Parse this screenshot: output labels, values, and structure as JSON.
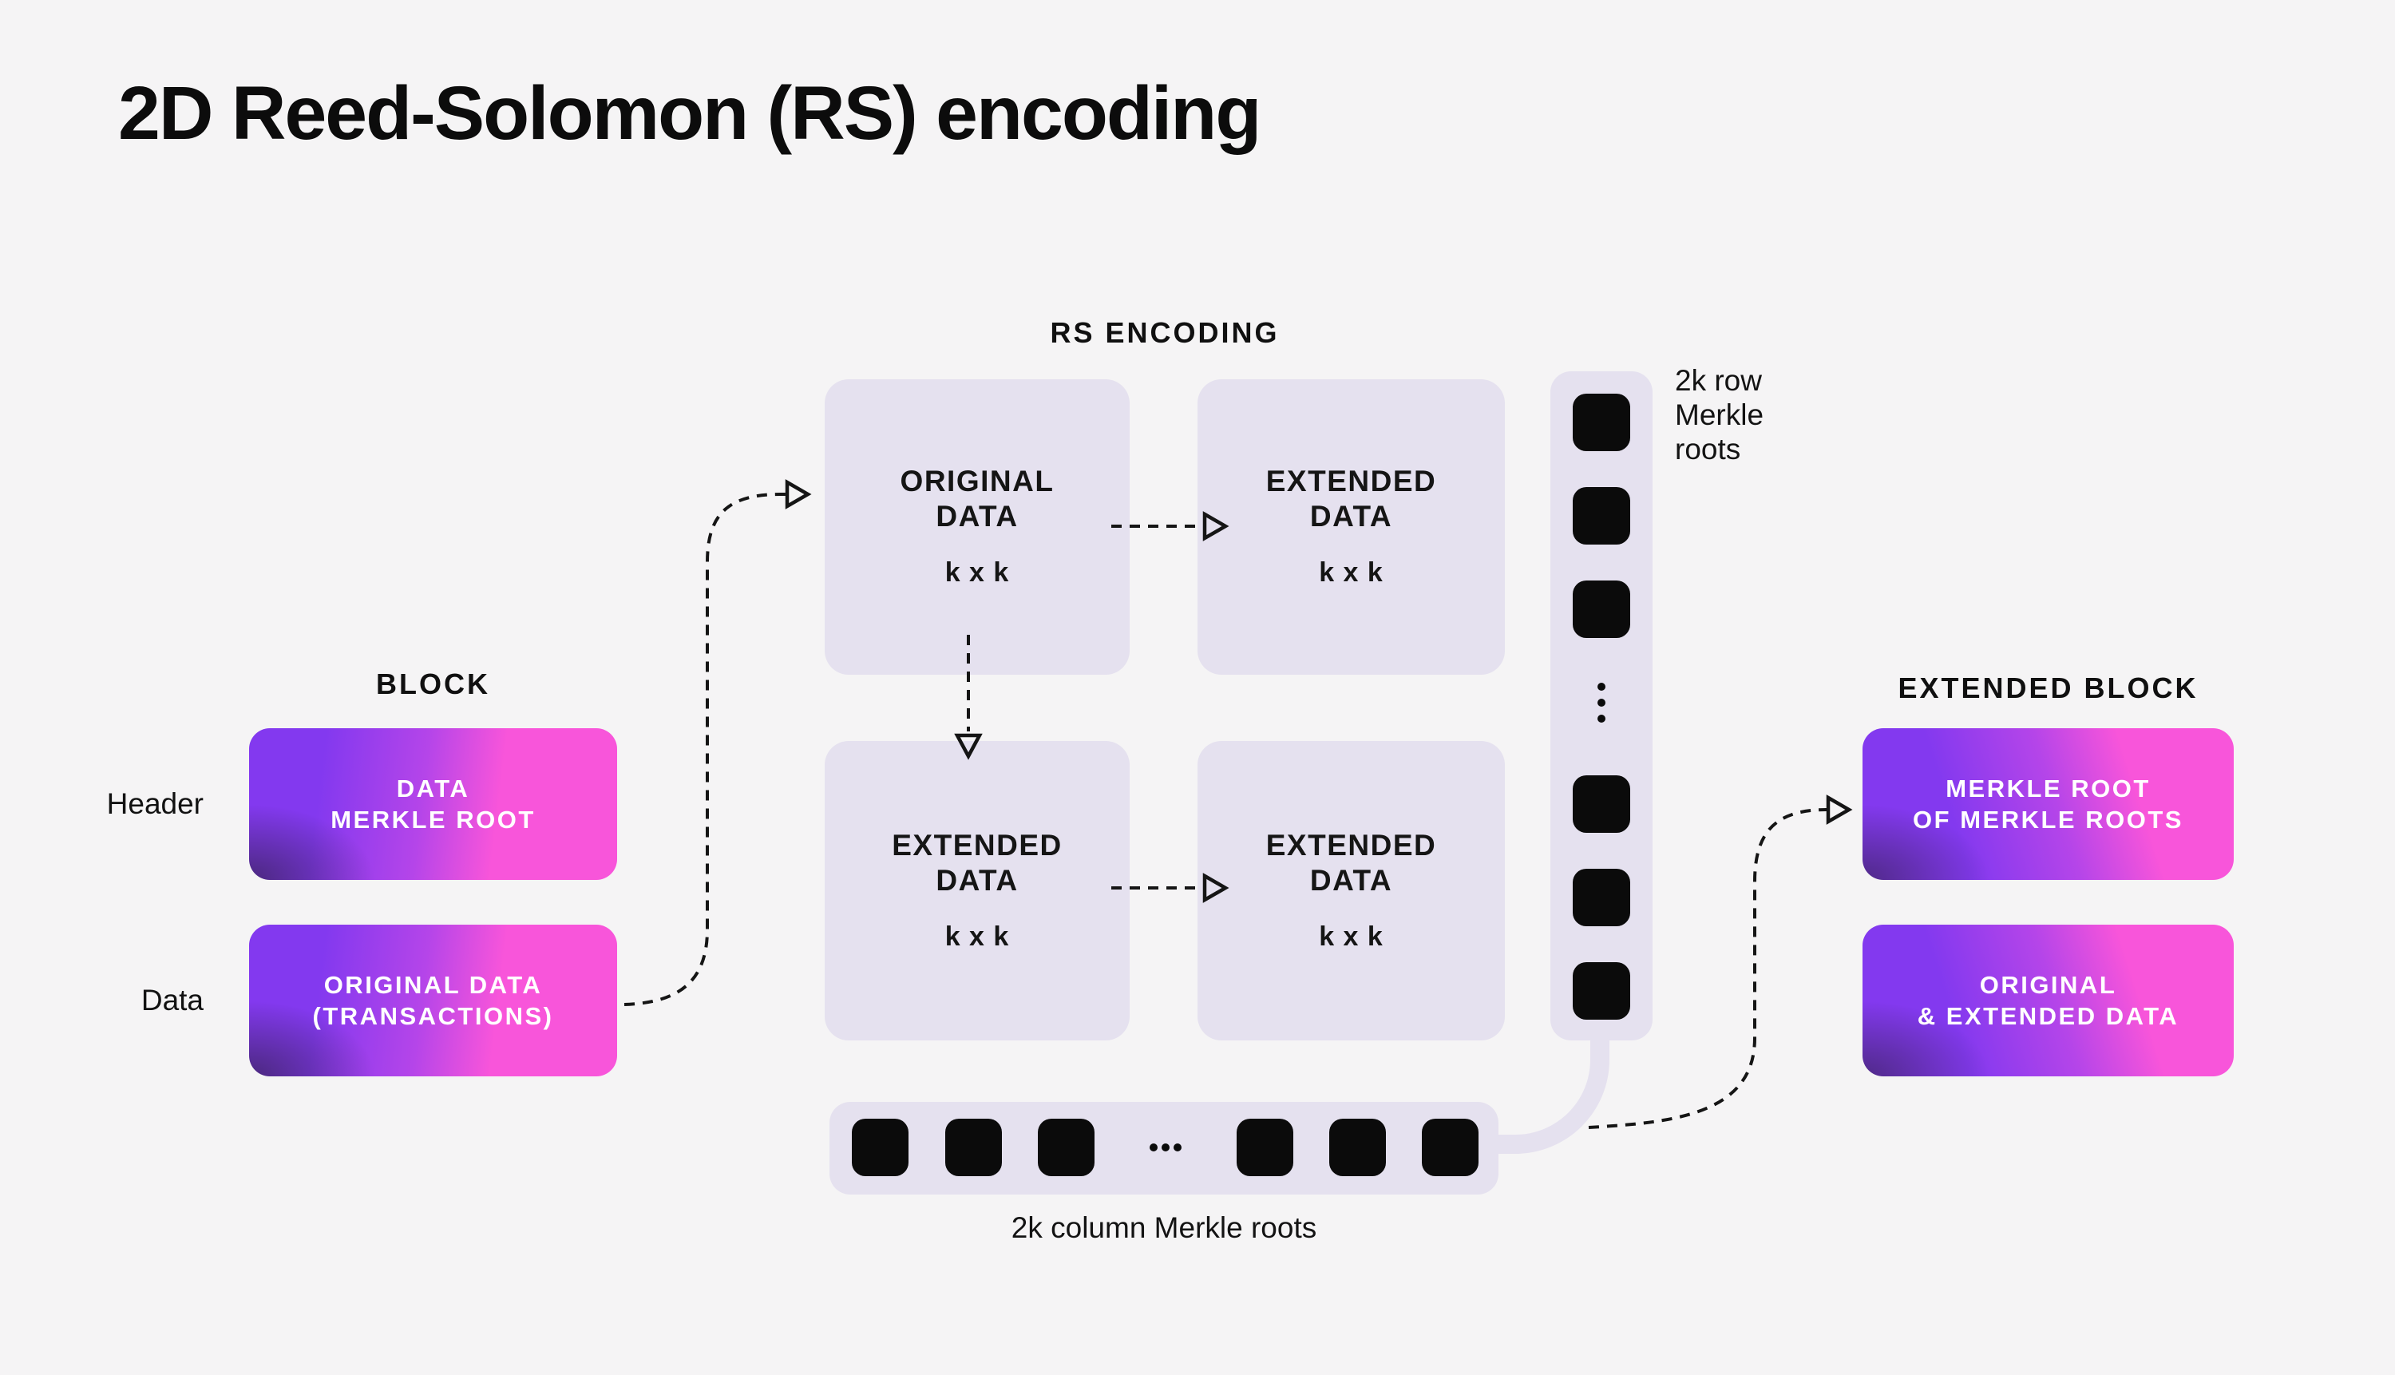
{
  "title": "2D Reed-Solomon (RS) encoding",
  "block": {
    "label": "BLOCK",
    "header_row_label": "Header",
    "data_row_label": "Data",
    "header_box": "DATA\nMERKLE ROOT",
    "data_box": "ORIGINAL DATA\n(TRANSACTIONS)"
  },
  "rs_encoding": {
    "label": "RS ENCODING",
    "boxes": [
      {
        "title": "ORIGINAL\nDATA",
        "size": "k x k"
      },
      {
        "title": "EXTENDED\nDATA",
        "size": "k x k"
      },
      {
        "title": "EXTENDED\nDATA",
        "size": "k x k"
      },
      {
        "title": "EXTENDED\nDATA",
        "size": "k x k"
      }
    ]
  },
  "annotations": {
    "row_roots": "2k row\nMerkle\nroots",
    "column_roots": "2k column Merkle roots"
  },
  "extended_block": {
    "label": "EXTENDED BLOCK",
    "merkle_box": "MERKLE ROOT\nOF MERKLE ROOTS",
    "data_box": "ORIGINAL\n& EXTENDED DATA"
  },
  "colors": {
    "background": "#F5F4F5",
    "panel_lavender": "#E5E1EF",
    "square_black": "#0B0B0B",
    "gradient_purple": "#8339EF",
    "gradient_magenta": "#B545E9",
    "gradient_pink": "#F855DA",
    "gradient_shadow": "#1C1A22",
    "arrow_black": "#151515",
    "text_white": "#FFFFFF",
    "text_black": "#111111"
  }
}
